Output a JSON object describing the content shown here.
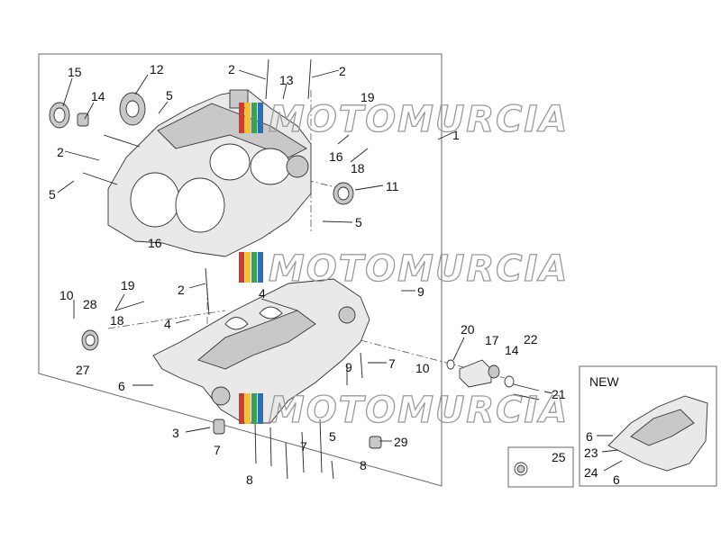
{
  "watermark": {
    "text": "MOTOMURCIA",
    "colors": [
      "#d33a2c",
      "#f2c230",
      "#3aa24a",
      "#2d6fb6"
    ]
  },
  "inset": {
    "title": "NEW"
  },
  "callouts": {
    "c15": "15",
    "c12": "12",
    "c14a": "14",
    "c5a": "5",
    "c2a": "2",
    "c13": "13",
    "c2b": "2",
    "c19a": "19",
    "c1": "1",
    "c2c": "2",
    "c16a": "16",
    "c18a": "18",
    "c5b": "5",
    "c11": "11",
    "c5c": "5",
    "c16b": "16",
    "c19b": "19",
    "c18b": "18",
    "c2d": "2",
    "c4a": "4",
    "c9a": "9",
    "c10a": "10",
    "c28": "28",
    "c4b": "4",
    "c27": "27",
    "c20": "20",
    "c17": "17",
    "c14b": "14",
    "c22": "22",
    "c9b": "9",
    "c7a": "7",
    "c10b": "10",
    "c6a": "6",
    "c21": "21",
    "c3": "3",
    "c7b": "7",
    "c5d": "5",
    "c29": "29",
    "c7c": "7",
    "c8a": "8",
    "c8b": "8",
    "c25": "25",
    "c6b": "6",
    "c23": "23",
    "c24": "24",
    "c6c": "6"
  }
}
